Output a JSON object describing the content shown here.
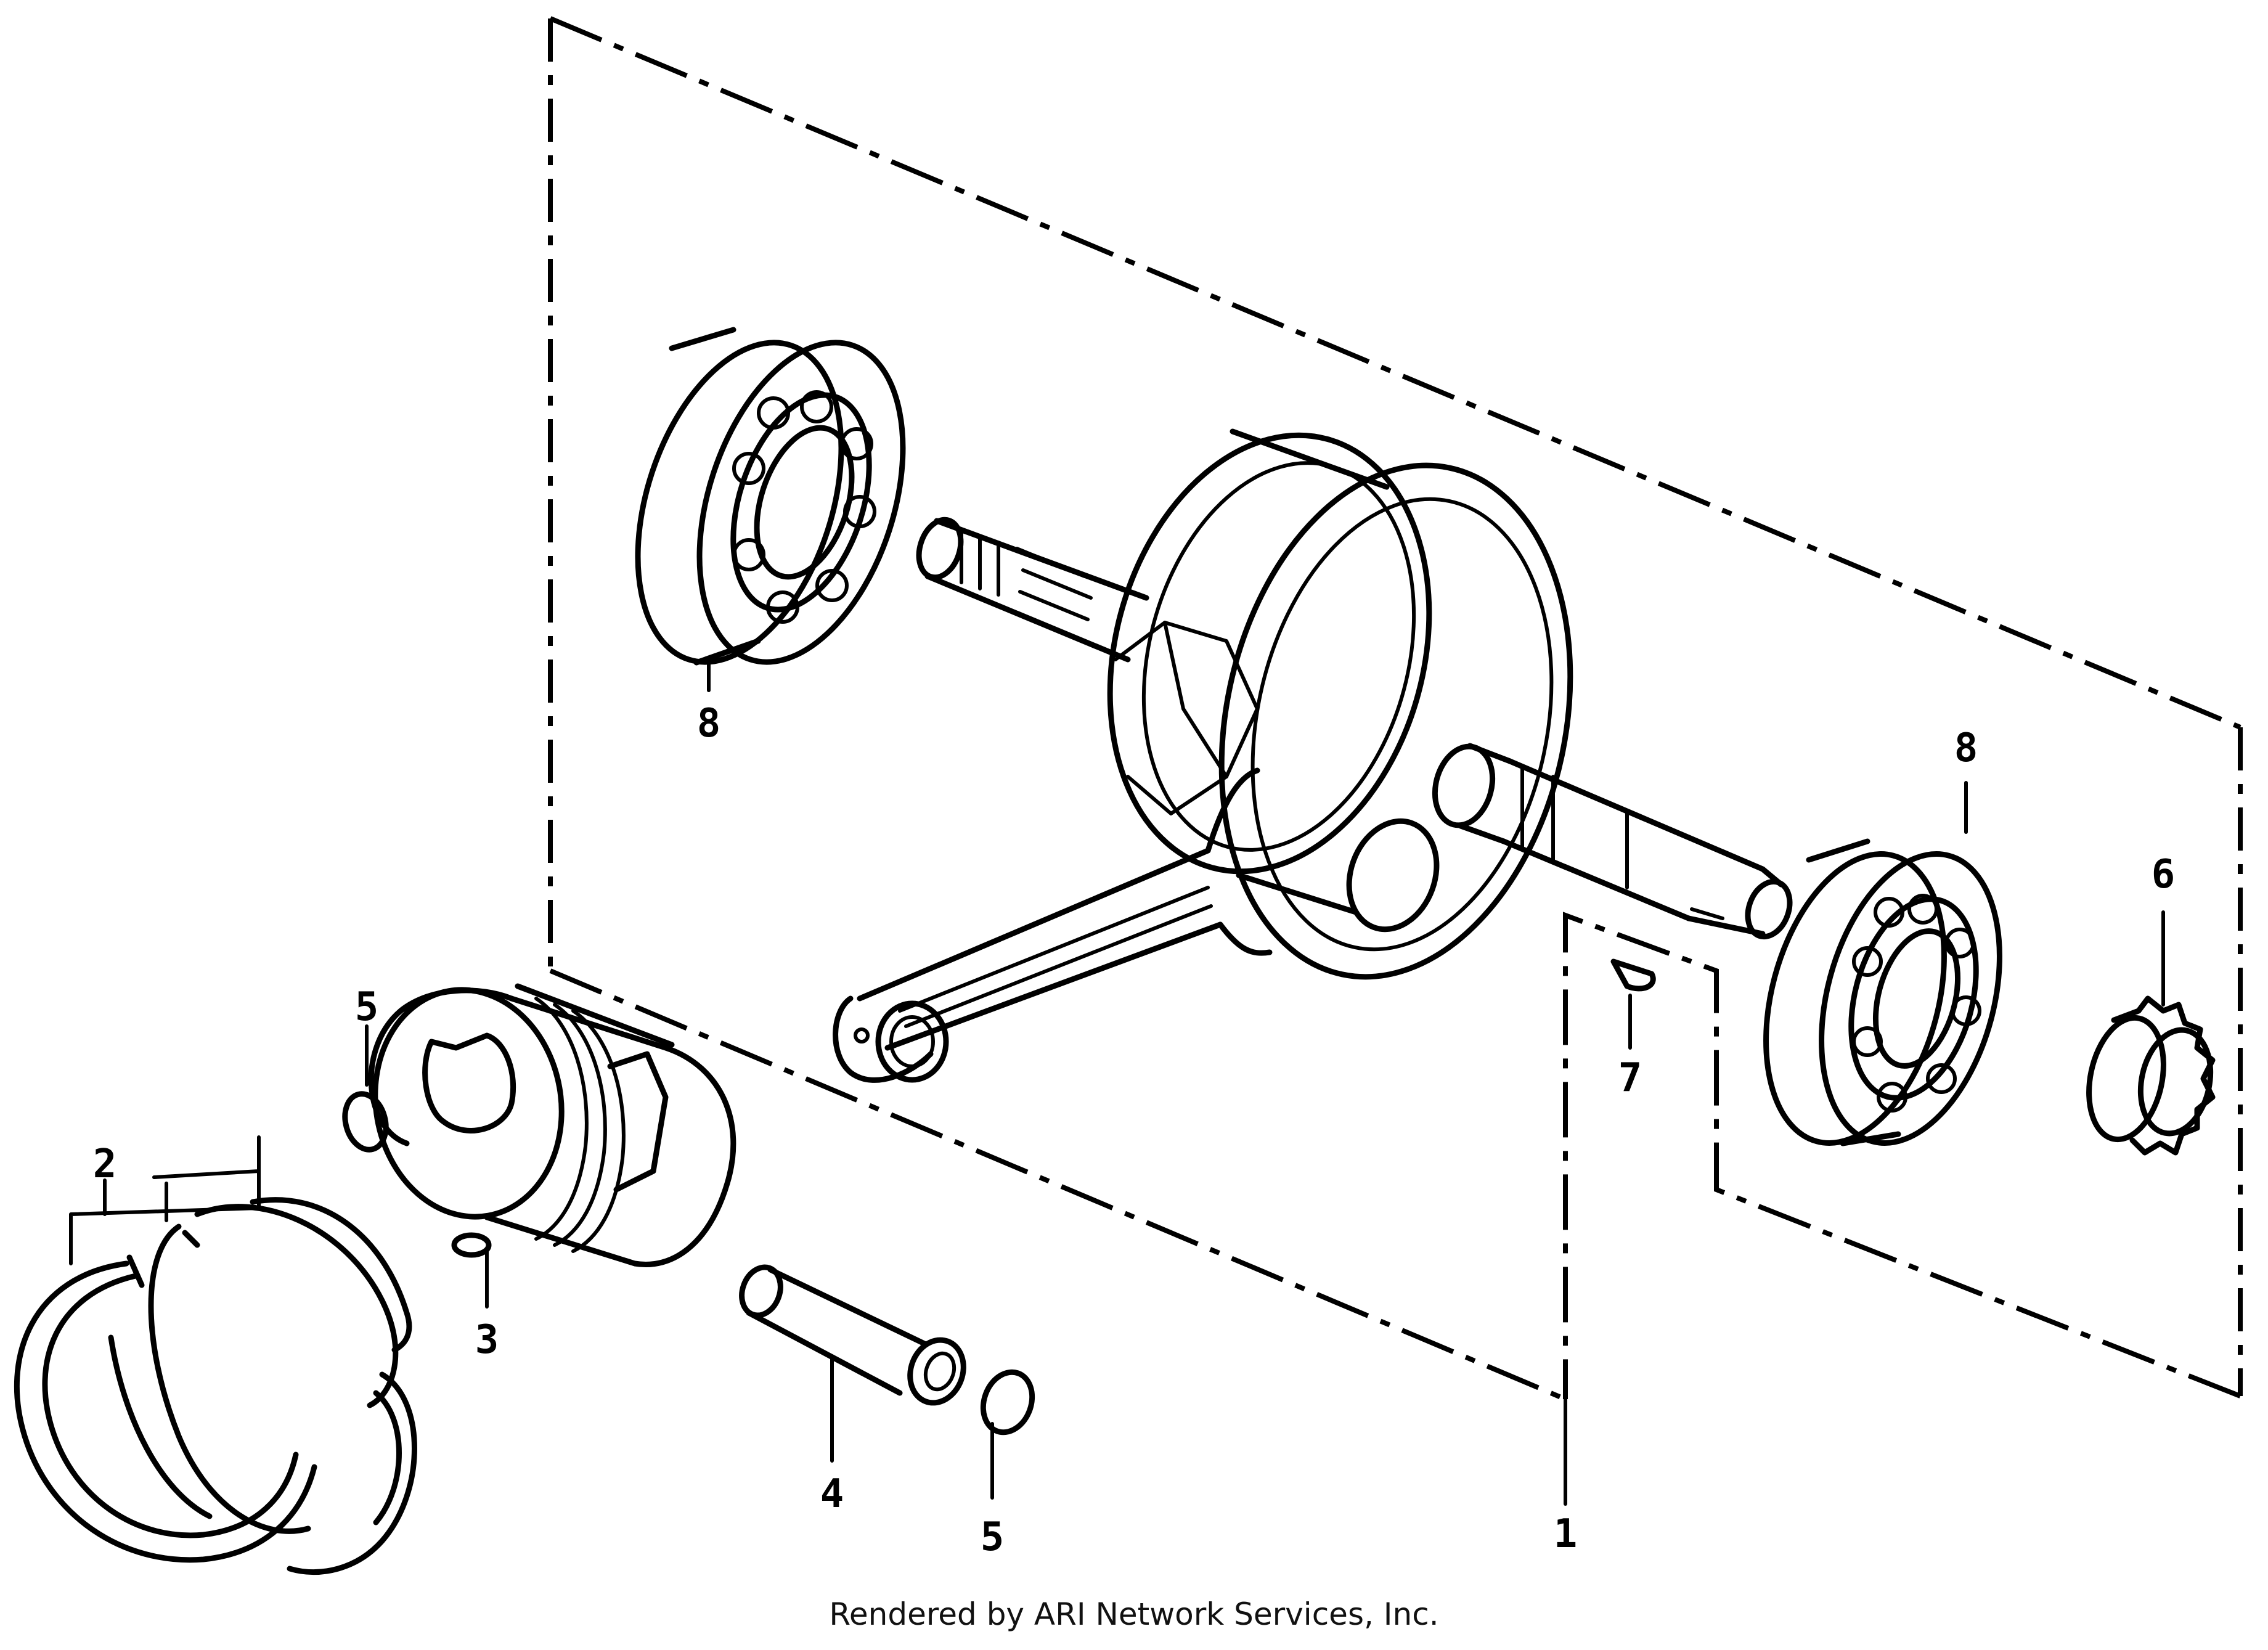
{
  "diagram": {
    "callouts": {
      "crankshaft": "1",
      "piston_ring_set": "2",
      "piston": "3",
      "piston_pin": "4",
      "clip_upper": "5",
      "clip_lower": "5",
      "timing_gear": "6",
      "woodruff_key": "7",
      "bearing_left": "8",
      "bearing_right": "8"
    }
  },
  "footer": {
    "credit": "Rendered by ARI Network Services, Inc."
  }
}
